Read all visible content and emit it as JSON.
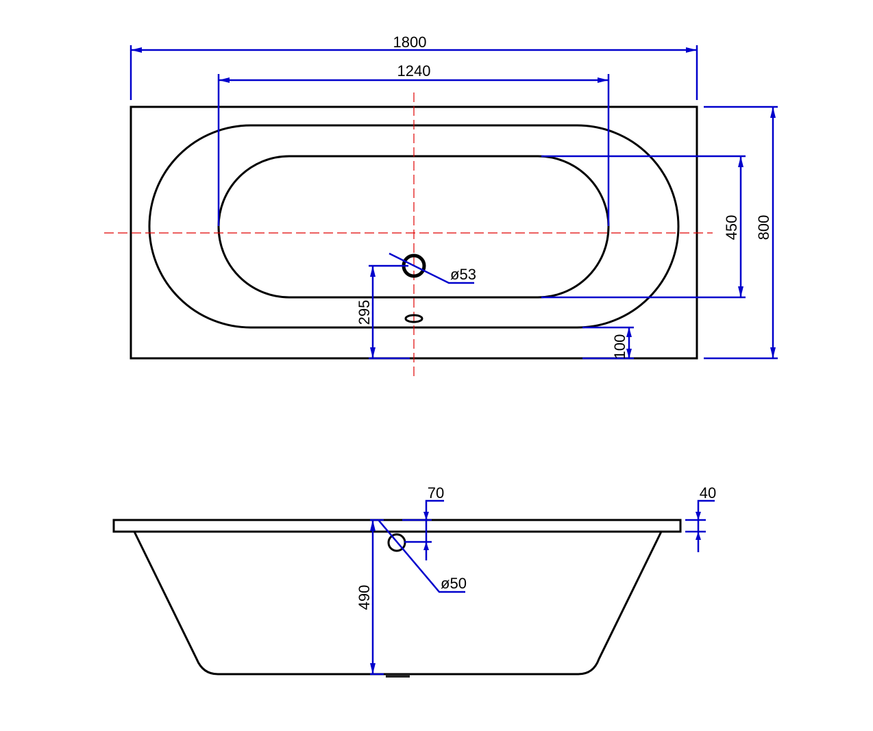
{
  "drawing": {
    "top_view": {
      "overall_length": "1800",
      "inner_length": "1240",
      "overall_width": "800",
      "inner_width": "450",
      "drain_offset": "295",
      "rim_offset": "100",
      "drain_diameter": "ø53"
    },
    "side_view": {
      "depth": "490",
      "overflow_offset": "70",
      "rim_thickness": "40",
      "overflow_diameter": "ø50"
    },
    "colors": {
      "outline": "#000000",
      "dimension": "#0000cc",
      "centerline": "#e00000"
    }
  }
}
